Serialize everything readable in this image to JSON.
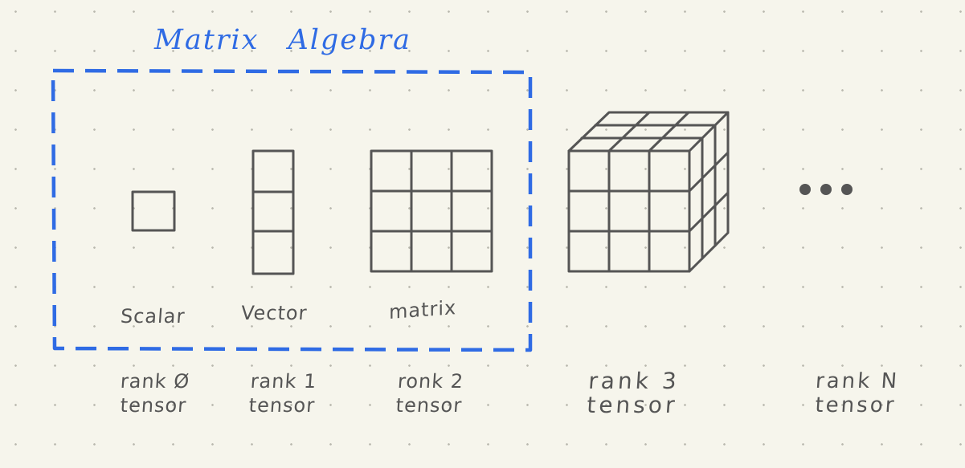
{
  "title": {
    "word1": "Matrix",
    "word2": "Algebra"
  },
  "items": [
    {
      "shape_label": "Scalar",
      "rank": "rank Ø",
      "tensor": "tensor"
    },
    {
      "shape_label": "Vector",
      "rank": "rank 1",
      "tensor": "tensor"
    },
    {
      "shape_label": "matrix",
      "rank": "ronk 2",
      "tensor": "tensor"
    },
    {
      "shape_label": "",
      "rank": "rank 3",
      "tensor": "tensor"
    },
    {
      "shape_label": "",
      "rank": "rank N",
      "tensor": "tensor"
    }
  ],
  "ellipsis": "• • •",
  "colors": {
    "accent": "#2f6be4",
    "ink": "#555555",
    "paper": "#f6f5ec",
    "dot": "#b9b8ae"
  }
}
